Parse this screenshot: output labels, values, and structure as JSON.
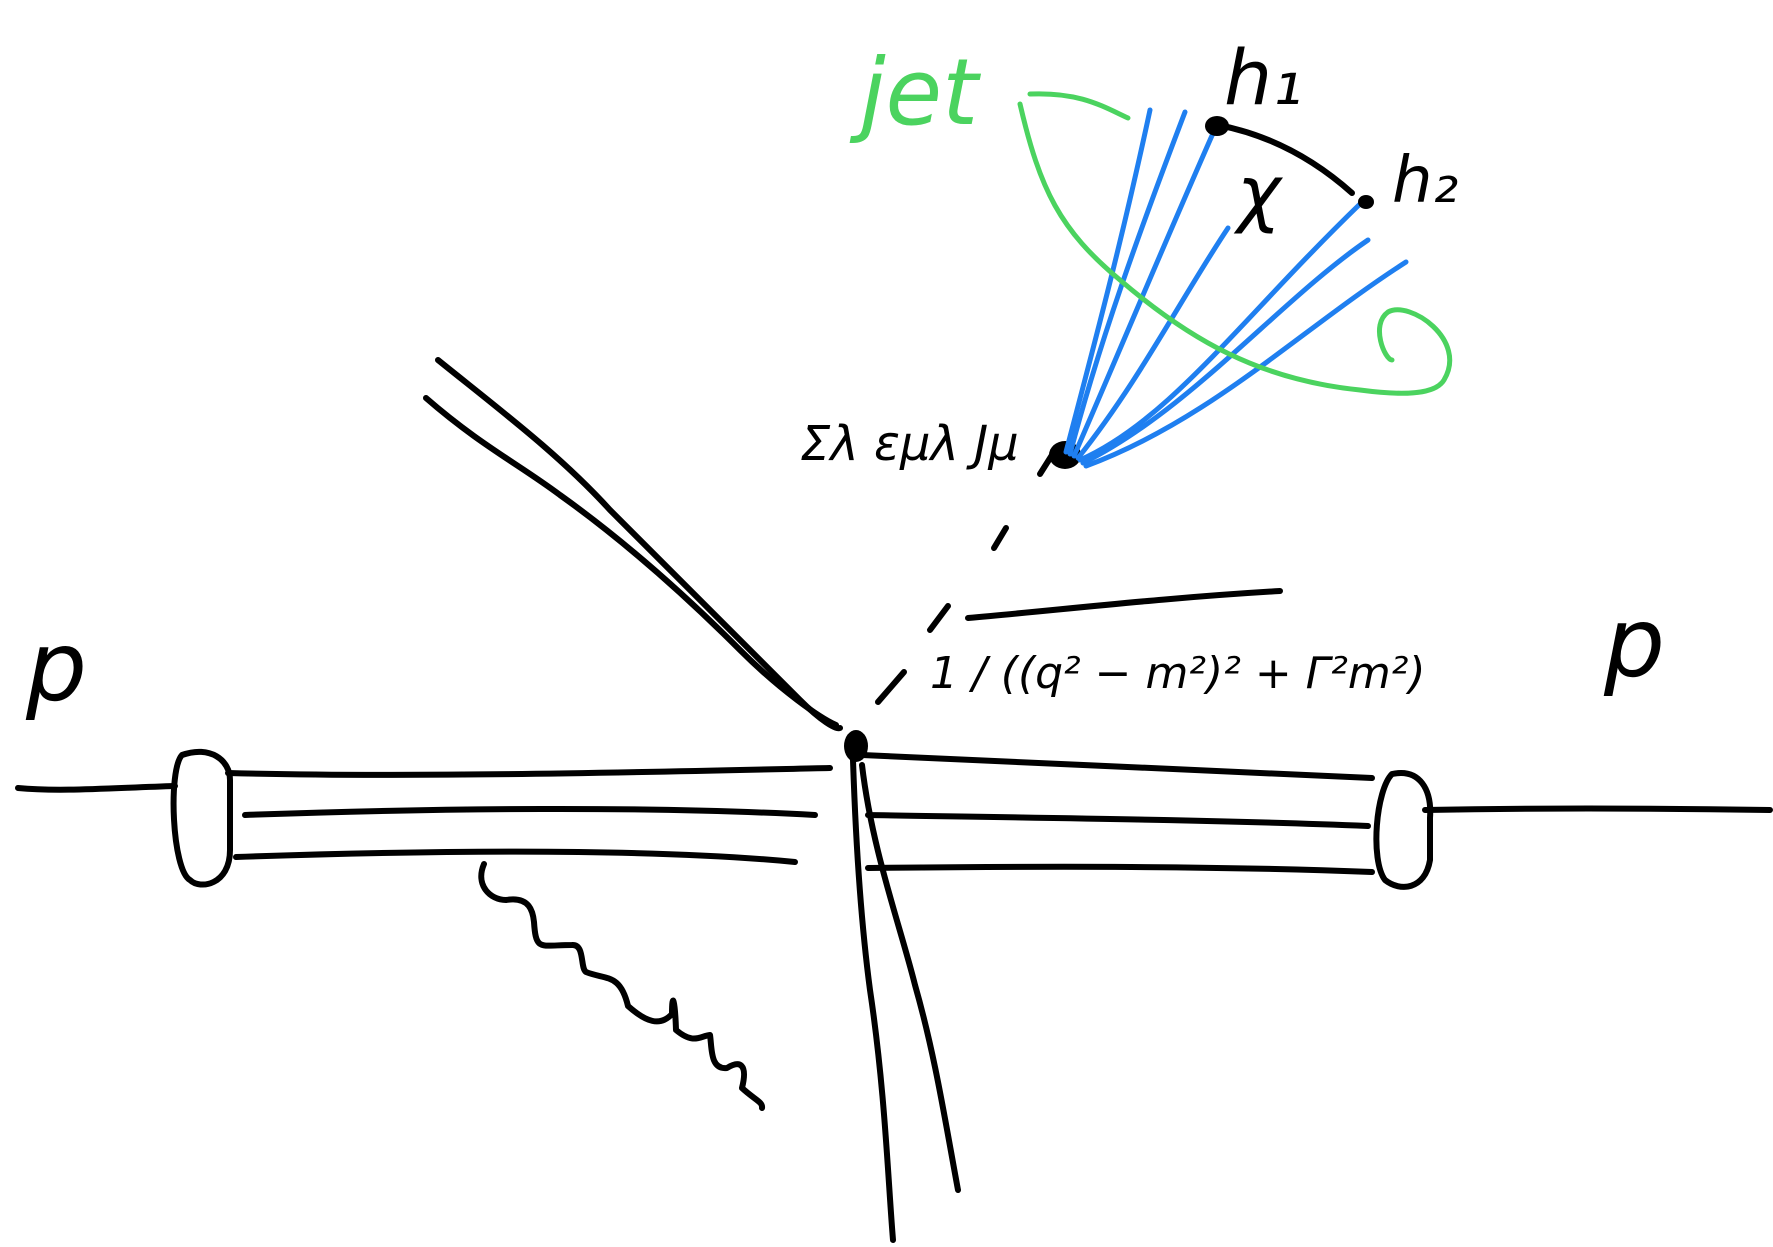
{
  "diagram": {
    "labels": {
      "proton_left": "p",
      "proton_right": "p",
      "jet": "jet",
      "hadron_1": "h₁",
      "hadron_2": "h₂",
      "angle": "χ",
      "polarization_sum": "Σλ εμλ Jμ",
      "propagator": "1 / ((q² − m²)² + Γ²m²)"
    },
    "colors": {
      "ink": "#000000",
      "hadrons": "#1f7ff0",
      "jet": "#4bd35f",
      "background": "#ffffff"
    }
  }
}
